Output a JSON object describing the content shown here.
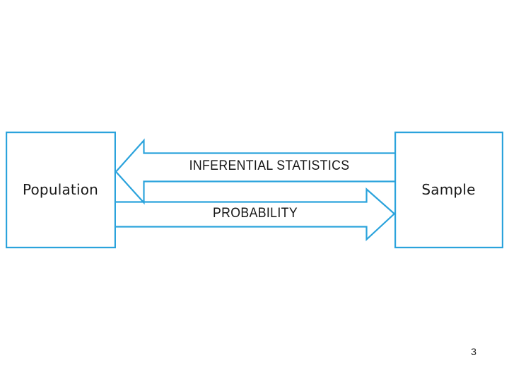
{
  "slide": {
    "page_number": "3",
    "background_color": "#ffffff",
    "accent_color": "#2ba3dc",
    "text_color": "#1a1a1a"
  },
  "diagram": {
    "type": "flow-diagram",
    "nodes": [
      {
        "id": "population",
        "label": "Population",
        "shape": "rectangle"
      },
      {
        "id": "sample",
        "label": "Sample",
        "shape": "rectangle"
      }
    ],
    "arrows": [
      {
        "id": "inferential-statistics",
        "label": "INFERENTIAL STATISTICS",
        "from": "sample",
        "to": "population",
        "direction": "left"
      },
      {
        "id": "probability",
        "label": "PROBABILITY",
        "from": "population",
        "to": "sample",
        "direction": "right"
      }
    ]
  }
}
